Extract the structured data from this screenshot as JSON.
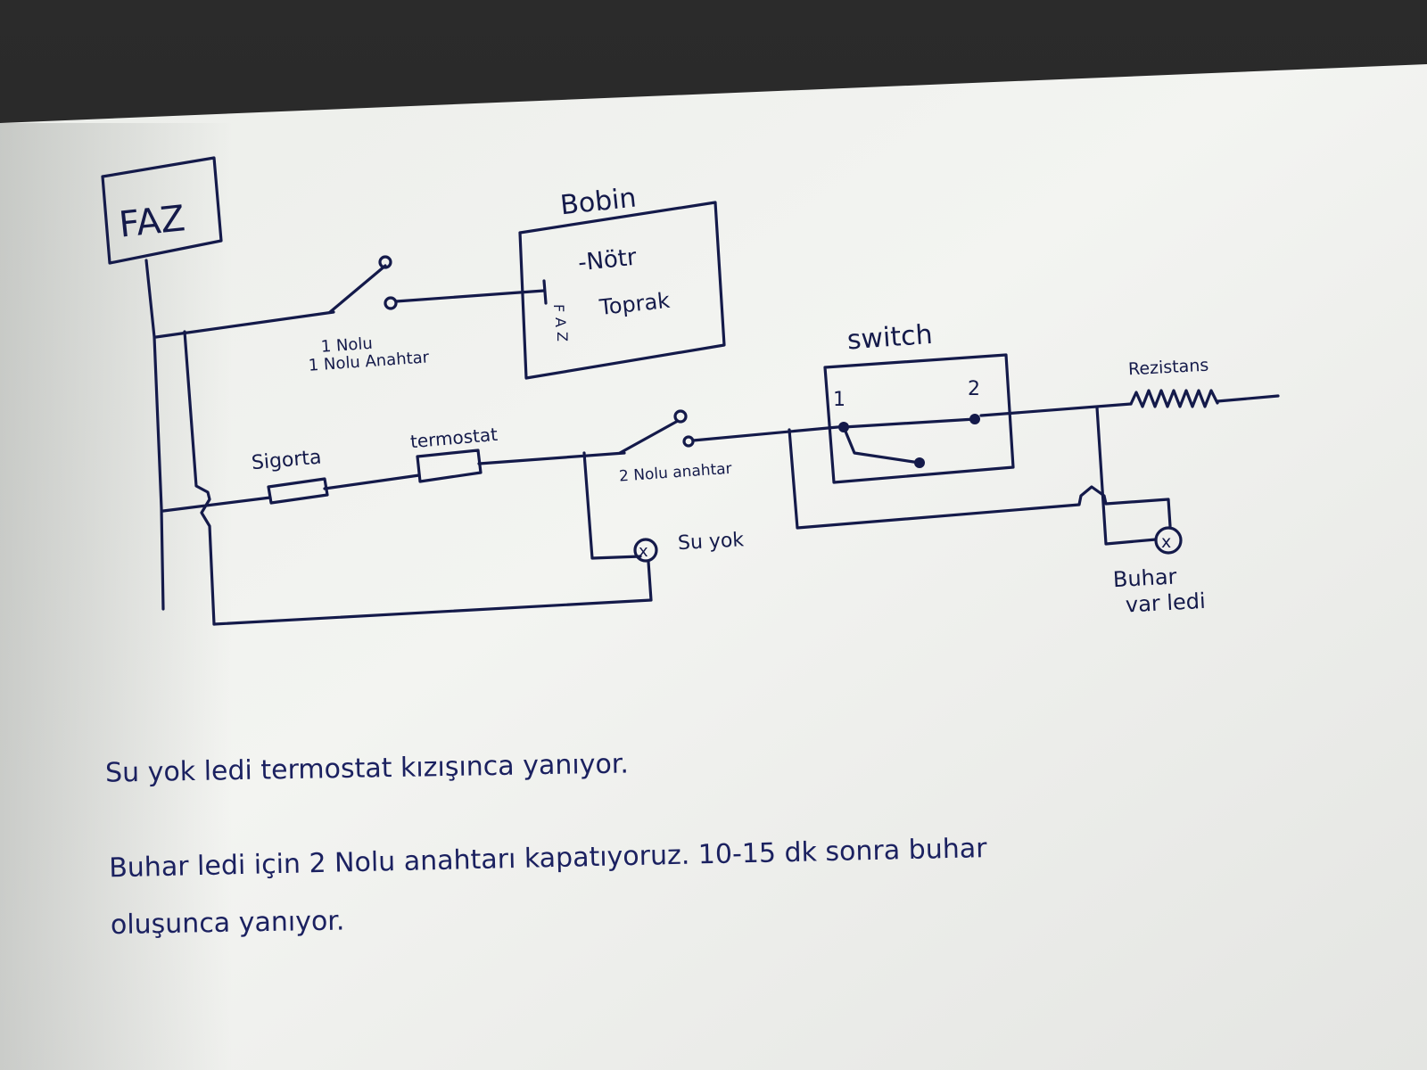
{
  "diagram": {
    "faz": "FAZ",
    "bobin": {
      "title": "Bobin",
      "notr": "-Nötr",
      "toprak": "Toprak",
      "faz_letters": [
        "F",
        "A",
        "Z"
      ]
    },
    "switch1": "1 Nolu Anahtar",
    "switch_box": {
      "title": "switch",
      "pin1": "1",
      "pin2": "2"
    },
    "rezistans": "Rezistans",
    "sigorta": "Sigorta",
    "termostat": "termostat",
    "switch2": "2 Nolu anahtar",
    "su_yok": "Su yok",
    "buhar_led": [
      "Buhar",
      "var ledi"
    ]
  },
  "notes": {
    "line1": "Su yok ledi termostat kızışınca yanıyor.",
    "line2": "Buhar ledi için 2 Nolu anahtarı kapatıyoruz. 10-15 dk sonra buhar",
    "line3": "oluşunca yanıyor."
  }
}
